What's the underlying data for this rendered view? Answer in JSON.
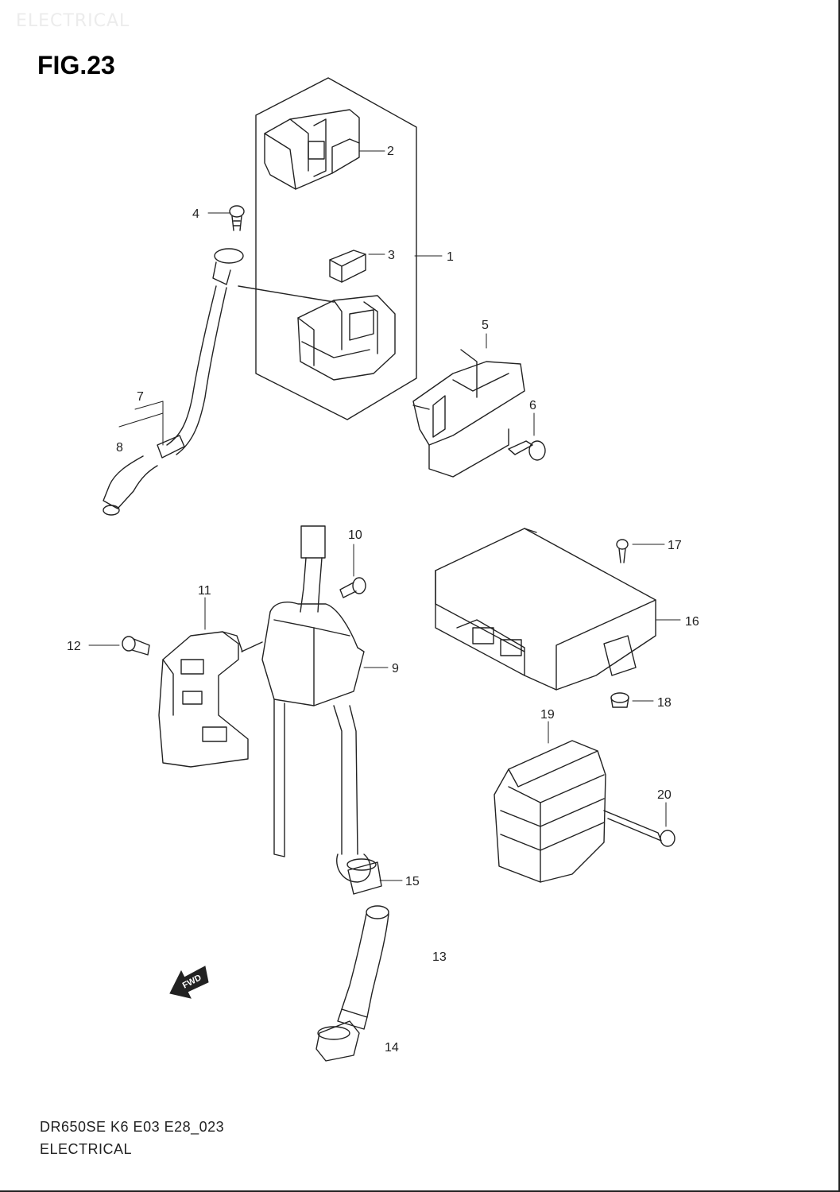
{
  "watermark": "ELECTRICAL",
  "figure_title": "FIG.23",
  "footer": {
    "code": "DR650SE K6 E03 E28_023",
    "name": "ELECTRICAL"
  },
  "fwd_label": "FWD",
  "callouts": {
    "c1": "1",
    "c2": "2",
    "c3": "3",
    "c4": "4",
    "c5": "5",
    "c6": "6",
    "c7": "7",
    "c8": "8",
    "c9": "9",
    "c10": "10",
    "c11": "11",
    "c12": "12",
    "c13": "13",
    "c14": "14",
    "c15": "15",
    "c16": "16",
    "c17": "17",
    "c18": "18",
    "c19": "19",
    "c20": "20"
  }
}
